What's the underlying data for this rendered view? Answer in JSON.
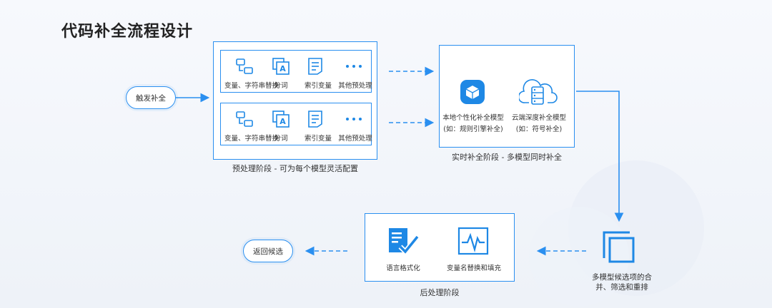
{
  "title": "代码补全流程设计",
  "trigger": "触发补全",
  "return": "返回候选",
  "preprocess": {
    "caption": "预处理阶段 - 可为每个模型灵活配置",
    "rows": [
      {
        "items": [
          {
            "label": "变量、字符串替换",
            "icon": "variable-swap-icon"
          },
          {
            "label": "分词",
            "icon": "tokenize-icon"
          },
          {
            "label": "索引变量",
            "icon": "document-index-icon"
          },
          {
            "label": "其他预处理",
            "icon": "more-dots-icon"
          }
        ]
      },
      {
        "items": [
          {
            "label": "变量、字符串替换",
            "icon": "variable-swap-icon"
          },
          {
            "label": "分词",
            "icon": "tokenize-icon"
          },
          {
            "label": "索引变量",
            "icon": "document-index-icon"
          },
          {
            "label": "其他预处理",
            "icon": "more-dots-icon"
          }
        ]
      }
    ]
  },
  "realtime": {
    "caption": "实时补全阶段 - 多模型同时补全",
    "local": {
      "label": "本地个性化补全模型",
      "sub": "(如：规则引擎补全)",
      "icon": "cube-icon"
    },
    "cloud": {
      "label": "云端深度补全模型",
      "sub": "(如：符号补全)",
      "icon": "cloud-server-icon"
    }
  },
  "merge": {
    "line1": "多模型候选项的合",
    "line2": "并、筛选和重排",
    "icon": "stack-copy-icon"
  },
  "postprocess": {
    "caption": "后处理阶段",
    "format": {
      "label": "语言格式化",
      "icon": "document-check-icon"
    },
    "rename": {
      "label": "变量名替换和填充",
      "icon": "waveform-icon"
    }
  },
  "colors": {
    "accent": "#2a8ff0",
    "icon": "#1e88e5"
  }
}
